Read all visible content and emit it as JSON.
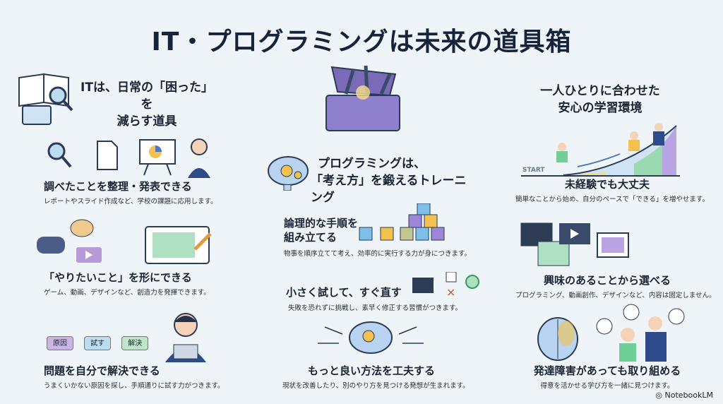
{
  "title": "IT・プログラミングは未来の道具箱",
  "left": {
    "heading": [
      "ITは、日常の「困った」を",
      "減らす道具"
    ],
    "items": [
      {
        "title": "調べたことを整理・発表できる",
        "desc": "レポートやスライド作成など、学校の課題に応用します。"
      },
      {
        "title": "「やりたいこと」を形にできる",
        "desc": "ゲーム、動画、デザインなど、創造力を発揮できます。"
      },
      {
        "title": "問題を自分で解決できる",
        "desc": "うまくいかない原因を探し、手順通りに試す力がつきます。",
        "tags": [
          "原因",
          "試す",
          "解決"
        ]
      }
    ]
  },
  "center": {
    "heading": [
      "プログラミングは、",
      "「考え方」を鍛えるトレーニング"
    ],
    "items": [
      {
        "title": "論理的な手順を組み立てる",
        "title_lines": [
          "論理的な手順を",
          "組み立てる"
        ],
        "desc": "物事を順序立てて考え、効率的に実行する力が身につきます。"
      },
      {
        "title": "小さく試して、すぐ直す",
        "desc": "失敗を恐れずに挑戦し、素早く修正する習慣がつきます。"
      },
      {
        "title": "もっと良い方法を工夫する",
        "desc": "現状を改善したり、別のやり方を見つける発想が生まれます。"
      }
    ]
  },
  "right": {
    "heading": [
      "一人ひとりに合わせた",
      "安心の学習環境"
    ],
    "start_label": "START",
    "items": [
      {
        "title": "未経験でも大丈夫",
        "desc": "簡単なことから始め、自分のペースで「できる」を増やせます。"
      },
      {
        "title": "興味のあることから選べる",
        "desc": "プログラミング、動画創作、デザインなど、内容は固定しません。"
      },
      {
        "title": "発達障害があっても取り組める",
        "desc": "得意を活かせる学び方を一緒に見つけます。"
      }
    ]
  },
  "brand": "NotebookLM"
}
